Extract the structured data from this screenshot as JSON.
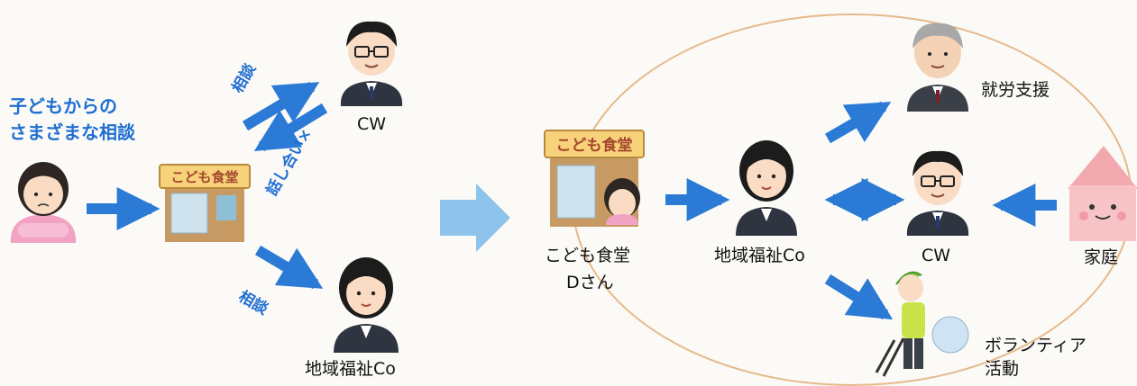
{
  "left": {
    "child_caption_line1": "子どもからの",
    "child_caption_line2": "さまざまな相談",
    "store_sign": "こども食堂",
    "consult_top": "相談",
    "no_talk": "話し合い×",
    "consult_bottom": "相談",
    "cw_label": "CW",
    "regional_label": "地域福祉Co"
  },
  "right": {
    "store_sign": "こども食堂",
    "store_label_line1": "こども食堂",
    "store_label_line2": "Dさん",
    "regional_label": "地域福祉Co",
    "employment_label": "就労支援",
    "cw_label": "CW",
    "home_label": "家庭",
    "volunteer_line1": "ボランティア",
    "volunteer_line2": "活動"
  },
  "colors": {
    "arrow_blue": "#2a7ad6",
    "transition_arrow": "#8ec3ec",
    "caption_blue": "#1f6fd1",
    "ellipse": "#e7b98a",
    "store_roof": "#f7d27a",
    "child_shirt": "#f2a3c3",
    "suit": "#2f3540"
  }
}
